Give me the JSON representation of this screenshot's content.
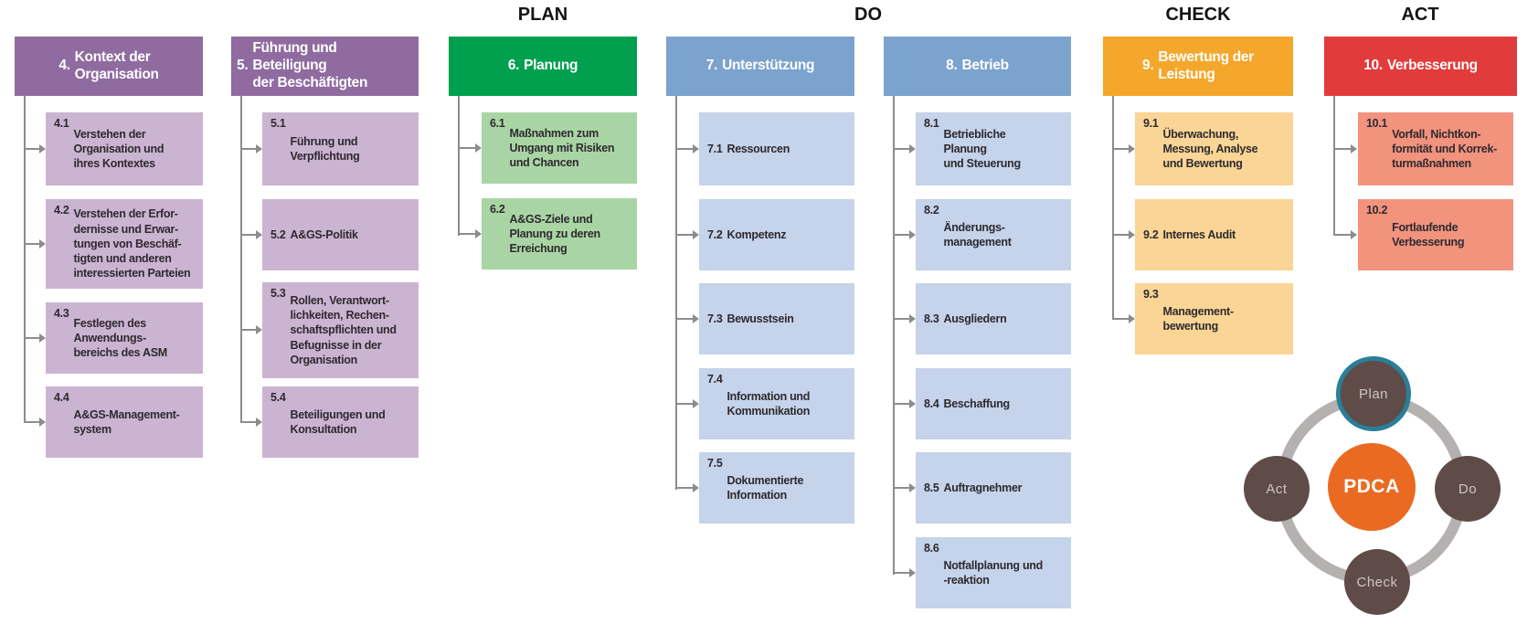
{
  "phases": [
    {
      "label": "PLAN"
    },
    {
      "label": "DO"
    },
    {
      "label": "CHECK"
    },
    {
      "label": "ACT"
    }
  ],
  "columns": [
    {
      "num": "4.",
      "title": "Kontext der\nOrganisation",
      "items": [
        {
          "num": "4.1",
          "text": "Verstehen der\nOrganisation und\nihres Kontextes"
        },
        {
          "num": "4.2",
          "text": "Verstehen der Erfor-\ndernisse und Erwar-\ntungen von Beschäf-\ntigten und anderen\ninteressierten Parteien"
        },
        {
          "num": "4.3",
          "text": "Festlegen des\nAnwendungs-\nbereichs des ASM"
        },
        {
          "num": "4.4",
          "text": "A&GS-Management-\nsystem"
        }
      ]
    },
    {
      "num": "5.",
      "title": "Führung und Beteiligung\nder Beschäftigten",
      "items": [
        {
          "num": "5.1",
          "text": "Führung und\nVerpflichtung"
        },
        {
          "num": "5.2",
          "text": "A&GS-Politik"
        },
        {
          "num": "5.3",
          "text": "Rollen, Verantwort-\nlichkeiten, Rechen-\nschaftspflichten und\nBefugnisse in der\nOrganisation"
        },
        {
          "num": "5.4",
          "text": "Beteiligungen und\nKonsultation"
        }
      ]
    },
    {
      "num": "6.",
      "title": "Planung",
      "items": [
        {
          "num": "6.1",
          "text": "Maßnahmen zum\nUmgang mit Risiken\nund Chancen"
        },
        {
          "num": "6.2",
          "text": "A&GS-Ziele und\nPlanung zu deren\nErreichung"
        }
      ]
    },
    {
      "num": "7.",
      "title": "Unterstützung",
      "items": [
        {
          "num": "7.1",
          "text": "Ressourcen"
        },
        {
          "num": "7.2",
          "text": "Kompetenz"
        },
        {
          "num": "7.3",
          "text": "Bewusstsein"
        },
        {
          "num": "7.4",
          "text": "Information und\nKommunikation"
        },
        {
          "num": "7.5",
          "text": "Dokumentierte\nInformation"
        }
      ]
    },
    {
      "num": "8.",
      "title": "Betrieb",
      "items": [
        {
          "num": "8.1",
          "text": "Betriebliche\nPlanung\nund Steuerung"
        },
        {
          "num": "8.2",
          "text": "Änderungs-\nmanagement"
        },
        {
          "num": "8.3",
          "text": "Ausgliedern"
        },
        {
          "num": "8.4",
          "text": "Beschaffung"
        },
        {
          "num": "8.5",
          "text": "Auftragnehmer"
        },
        {
          "num": "8.6",
          "text": "Notfallplanung und\n-reaktion"
        }
      ]
    },
    {
      "num": "9.",
      "title": "Bewertung der\nLeistung",
      "items": [
        {
          "num": "9.1",
          "text": "Überwachung,\nMessung, Analyse\nund Bewertung"
        },
        {
          "num": "9.2",
          "text": "Internes Audit"
        },
        {
          "num": "9.3",
          "text": "Management-\nbewertung"
        }
      ]
    },
    {
      "num": "10.",
      "title": "Verbesserung",
      "items": [
        {
          "num": "10.1",
          "text": "Vorfall, Nichtkon-\nformität und Korrek-\nturmaßnahmen"
        },
        {
          "num": "10.2",
          "text": "Fortlaufende\nVerbesserung"
        }
      ]
    }
  ],
  "pdca": {
    "center": "PDCA",
    "nodes": {
      "top": "Plan",
      "right": "Do",
      "bottom": "Check",
      "left": "Act"
    }
  },
  "colors": {
    "purple_header": "#8f6ba0",
    "purple_box": "#cbb4d2",
    "green_header": "#00a04e",
    "green_box": "#a9d5a5",
    "blue_header": "#7ca2ce",
    "blue_box": "#c5d3eb",
    "orange_header": "#f4a72b",
    "orange_box": "#fad595",
    "red_header": "#e13b3b",
    "red_box": "#f2937e",
    "connector_gray": "#8c8c8c",
    "pdca_ring_gray": "#b5b1b1",
    "pdca_node_brown": "#5f4c48",
    "pdca_plan_ring_teal": "#2b7e97",
    "pdca_center_orange": "#ea6a22",
    "box_text": "#2e2a2f",
    "header_text": "#ffffff"
  }
}
